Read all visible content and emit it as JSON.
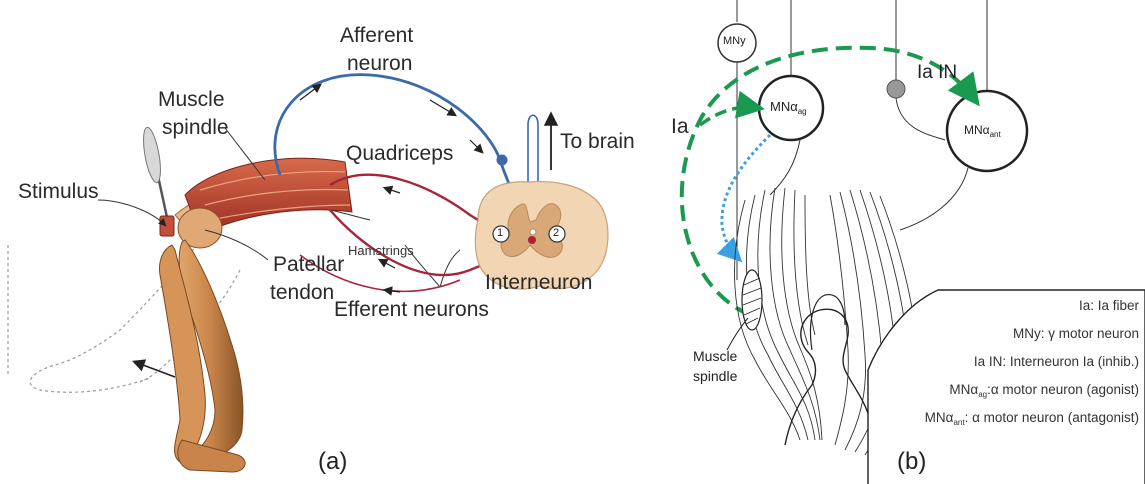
{
  "panel_a": {
    "caption": "(a)",
    "labels": {
      "afferent_1": "Afferent",
      "afferent_2": "neuron",
      "muscle_1": "Muscle",
      "muscle_2": "spindle",
      "quadriceps": "Quadriceps",
      "to_brain": "To brain",
      "stimulus": "Stimulus",
      "hamstrings": "Hamstrings",
      "patellar_1": "Patellar",
      "patellar_2": "tendon",
      "interneuron": "Interneuron",
      "efferent": "Efferent neurons",
      "circle_1": "1",
      "circle_2": "2"
    }
  },
  "panel_b": {
    "caption": "(b)",
    "labels": {
      "mny": "MNy",
      "ia": "Ia",
      "ia_in": "Ia IN",
      "mna_ag_base": "MNα",
      "mna_ag_sub": "ag",
      "mna_ant_base": "MNα",
      "mna_ant_sub": "ant",
      "muscle_1": "Muscle",
      "muscle_2": "spindle"
    },
    "legend": [
      {
        "text": "Ia: Ia fiber"
      },
      {
        "text": "MNy: γ motor neuron"
      },
      {
        "text": "Ia IN: Interneuron Ia (inhib.)"
      },
      {
        "pre": "MNα",
        "sub": "ag",
        "post": ":α motor neuron (agonist)"
      },
      {
        "pre": "MNα",
        "sub": "ant",
        "post": ": α motor neuron (antagonist)"
      }
    ]
  },
  "colors": {
    "afferent": "#3a6aa8",
    "efferent": "#a8243a",
    "ia_fiber": "#1a9a50",
    "spindle_blue": "#3aa0e0",
    "muscle": "#c85a3c",
    "leg_skin": "#c8844a",
    "spinal_cord": "#f2d6b4"
  }
}
